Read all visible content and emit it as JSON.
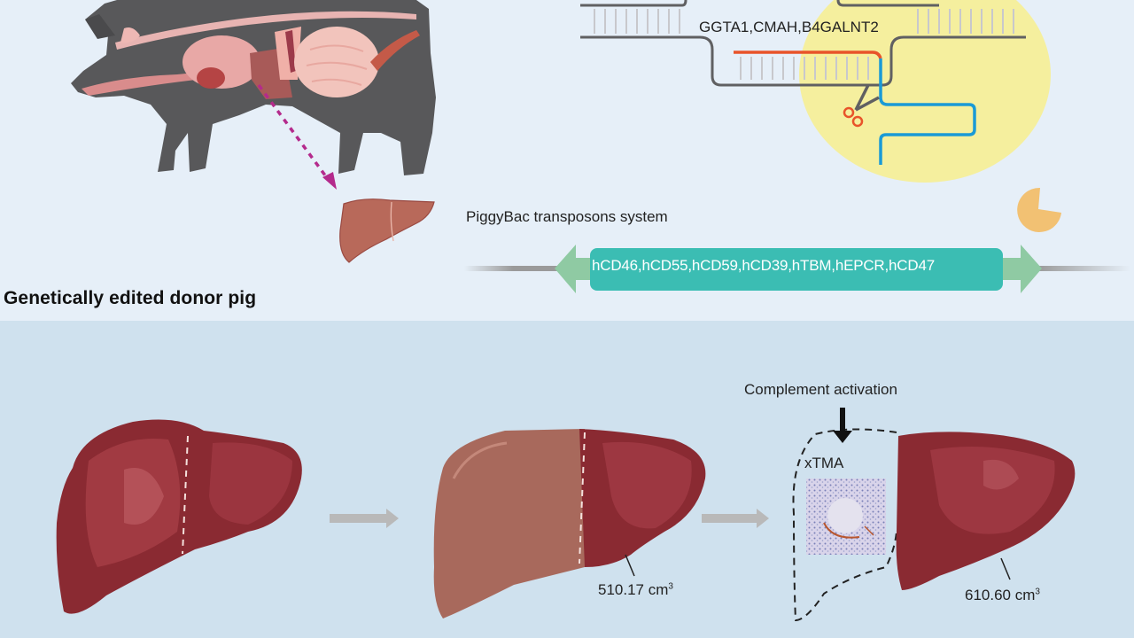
{
  "top_section": {
    "title": "Genetically edited donor pig",
    "crispr": {
      "knockout_genes_label": "GGTA1,CMAH,B4GALNT2"
    },
    "piggybac": {
      "system_label": "PiggyBac transposons system",
      "transgenes_label": "hCD46,hCD55,hCD59,hCD39,hTBM,hEPCR,hCD47"
    }
  },
  "bottom_section": {
    "complement_label": "Complement activation",
    "xtma_label": "xTMA",
    "volume_after_resection": "510.17 cm",
    "volume_after_regeneration": "610.60 cm",
    "volume_unit_superscript": "3"
  },
  "colors": {
    "top_bg": "#e6eff8",
    "bottom_bg": "#cfe1ee",
    "pig_body": "#58585a",
    "organ_pink": "#e8a8a6",
    "liver_pig": "#b8695a",
    "liver_dark": "#8a2a32",
    "liver_graft": "#a8695c",
    "cas9_yellow": "#f5ef9e",
    "guide_rna": "#e8542a",
    "scaffold_blue": "#1a9ad6",
    "transgene_teal": "#3bbdb3",
    "itr_green": "#8fcaa3",
    "pacman": "#f2c173",
    "arrow_magenta": "#b42a8c",
    "arrow_gray": "#b9b9b9"
  }
}
